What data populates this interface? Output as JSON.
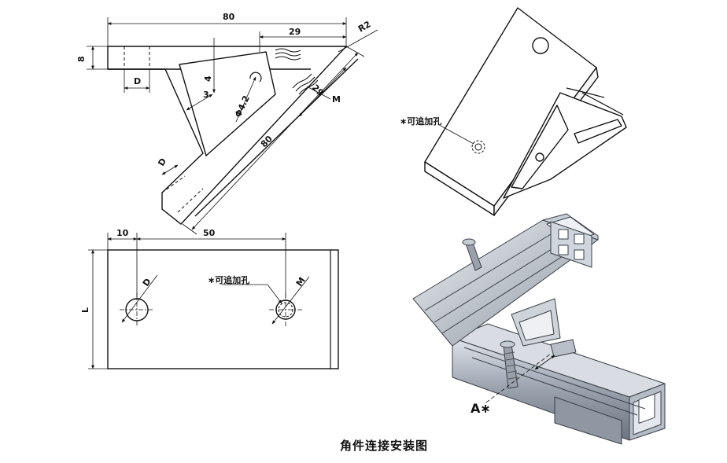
{
  "side_view": {
    "dims": {
      "top_length": "80",
      "hyp_length": "80",
      "upper_29": "29",
      "side_29": "29",
      "radius": "R2",
      "thickness": "8",
      "d_top": "D",
      "d_bottom": "D",
      "four": "4",
      "three": "3",
      "hole_dia": "Φ4.2",
      "m_label": "M"
    }
  },
  "iso_view": {
    "note": "∗可追加孔"
  },
  "plate_view": {
    "dims": {
      "left_offset": "10",
      "spacing": "50",
      "length": "L",
      "d_label": "D",
      "m_label": "M"
    },
    "note": "∗可追加孔"
  },
  "assembly": {
    "callout": "A∗"
  },
  "caption": "角件连接安装图"
}
